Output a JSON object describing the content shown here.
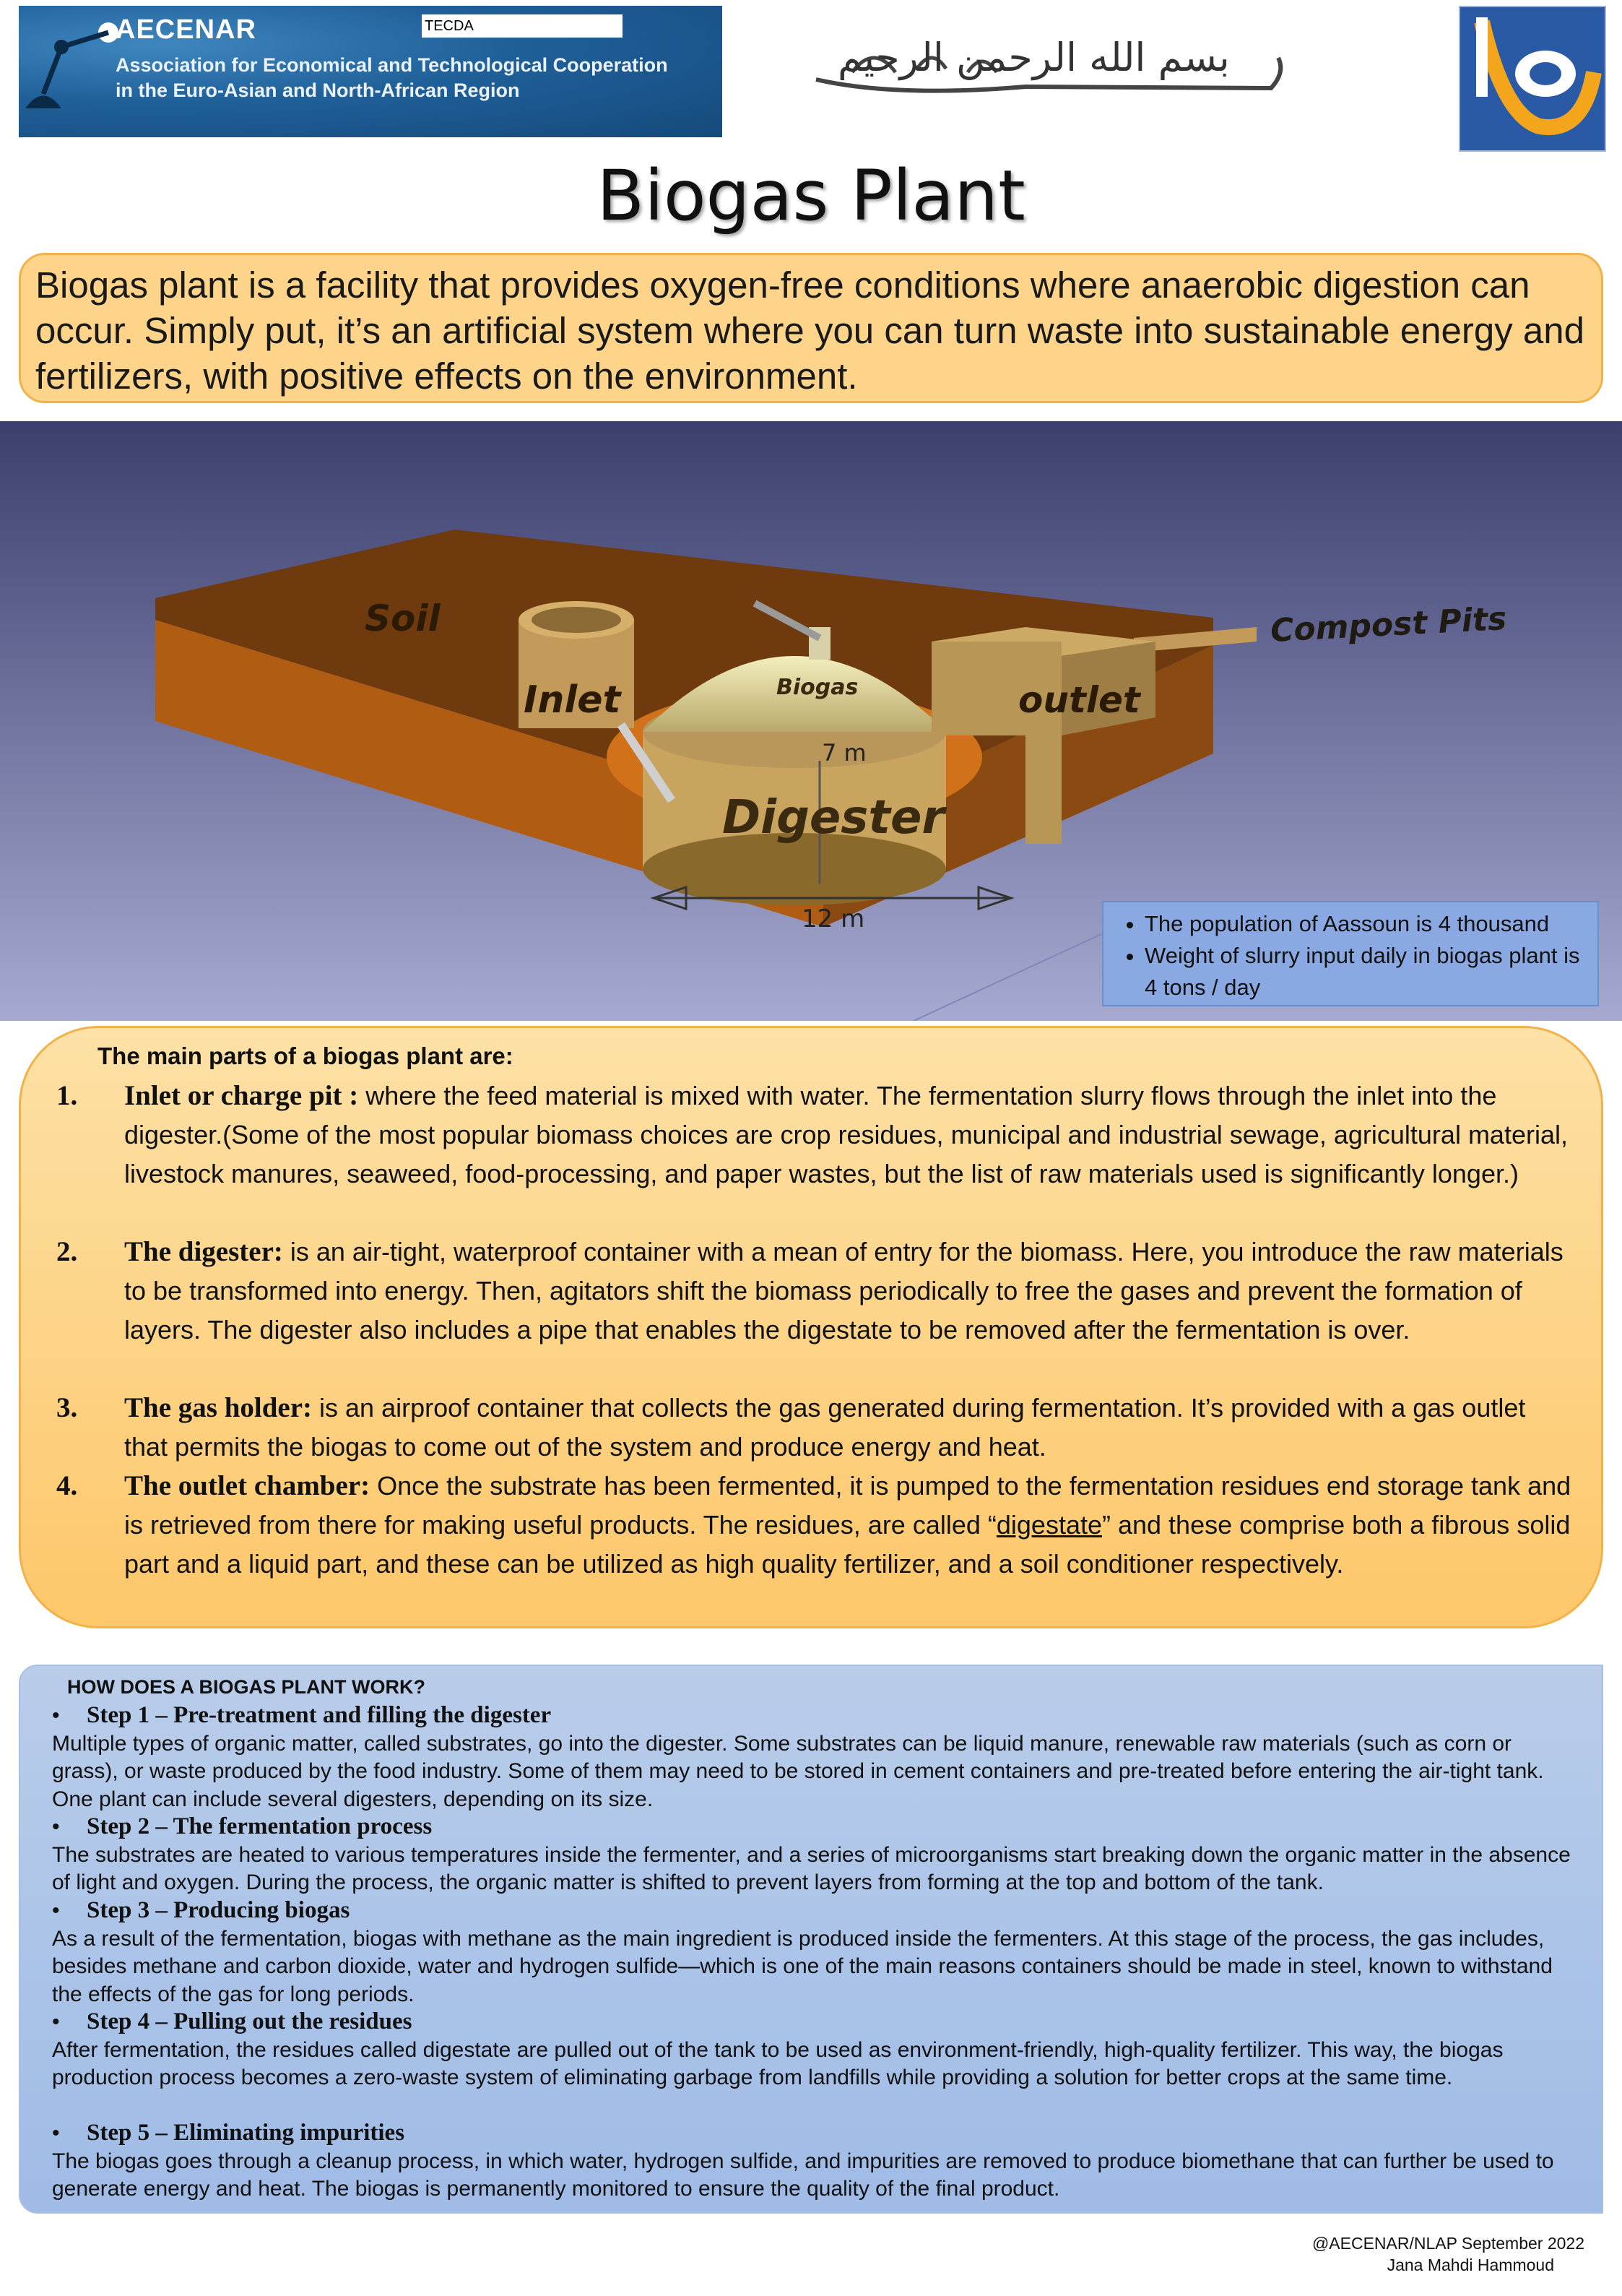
{
  "header": {
    "org_short": "AECENAR",
    "org_full_line1": "Association for Economical and Technological Cooperation",
    "org_full_line2": "in the Euro-Asian and North-African Region",
    "tecda": "TECDA",
    "calligraphy": "بسم الله الرحمن الرحيم"
  },
  "title": "Biogas Plant",
  "intro": "Biogas plant is a facility that provides oxygen-free conditions where anaerobic digestion can occur. Simply put, it’s an artificial system where you can turn waste into sustainable energy and fertilizers, with positive effects on the environment.",
  "diagram": {
    "labels": {
      "soil": "Soil",
      "inlet": "Inlet",
      "biogas": "Biogas",
      "compost": "Compost Pits",
      "outlet": "outlet",
      "height": "7 m",
      "digester": "Digester",
      "diameter": "12 m"
    },
    "info": [
      "The population of Aassoun is 4 thousand",
      "Weight of slurry input daily in biogas plant is 4 tons / day"
    ]
  },
  "parts": {
    "title": "The main parts of a biogas plant are:",
    "items": [
      {
        "num": "1.",
        "head": "Inlet or charge pit :",
        "text": "where the feed material is mixed with water. The fermentation slurry flows through the inlet into the digester.(Some of the most popular biomass choices are crop residues, municipal and industrial sewage, agricultural material, livestock manures, seaweed, food-processing, and paper wastes, but the list of raw materials used is significantly longer.)"
      },
      {
        "num": "2.",
        "head": "The digester:",
        "text": "is an air-tight, waterproof container with a mean of entry for the biomass. Here, you introduce the raw materials to be transformed into energy. Then, agitators shift the biomass periodically to free the gases and prevent the formation of layers. The digester also includes a pipe that enables the digestate to be removed after the fermentation is over."
      },
      {
        "num": "3.",
        "head": "The gas holder:",
        "text": "is an airproof container that collects the gas generated during fermentation. It’s provided with a gas outlet that permits the biogas to come out of the system and produce energy and heat."
      },
      {
        "num": "4.",
        "head": "The outlet chamber:",
        "text_before": "Once the substrate has been fermented, it is pumped to the fermentation residues end storage tank and is retrieved from there for making useful products. The residues, are called “",
        "text_link": "digestate",
        "text_after": "” and these comprise both a fibrous solid part and a liquid part, and these can be utilized as high quality fertilizer, and a soil conditioner respectively."
      }
    ]
  },
  "how": {
    "title": "HOW DOES A BIOGAS PLANT WORK?",
    "bullet": "•",
    "steps": [
      {
        "head": "Step 1 – Pre-treatment and filling the digester",
        "text": "Multiple types of organic matter, called substrates, go into the digester. Some substrates can be liquid manure, renewable raw materials (such as corn or grass), or waste produced by the food industry. Some of them may need to be stored in cement containers and pre-treated before entering the air-tight tank. One plant can include several digesters, depending on its size."
      },
      {
        "head": "Step 2 – The fermentation process",
        "text": "The substrates are heated to various temperatures inside the fermenter, and a series of microorganisms start breaking down the organic matter in the absence of light and oxygen. During the process, the organic matter is shifted to prevent layers from forming at the top and bottom of the tank."
      },
      {
        "head": "Step 3 – Producing biogas",
        "text": "As a result of the fermentation, biogas with methane as the main ingredient is produced inside the fermenters. At this stage of the process, the gas includes, besides methane and carbon dioxide, water and hydrogen sulfide—which is one of the main reasons containers should be made in steel, known to withstand the effects of the gas for long periods."
      },
      {
        "head": "Step 4 – Pulling out the residues",
        "text": "After fermentation, the residues called digestate are pulled out of the tank to be used as environment-friendly, high-quality fertilizer. This way, the biogas production process becomes a zero-waste system of eliminating garbage from landfills while providing a solution for better crops at the same time."
      },
      {
        "head": "Step 5 – Eliminating impurities",
        "text": "The biogas goes through a cleanup process, in which water, hydrogen sulfide, and impurities are removed to produce biomethane that can further be used to generate energy and heat. The biogas is permanently monitored to ensure the quality of the final product."
      }
    ]
  },
  "credits": {
    "line1": "@AECENAR/NLAP September 2022",
    "line2": "Jana Mahdi Hammoud"
  }
}
